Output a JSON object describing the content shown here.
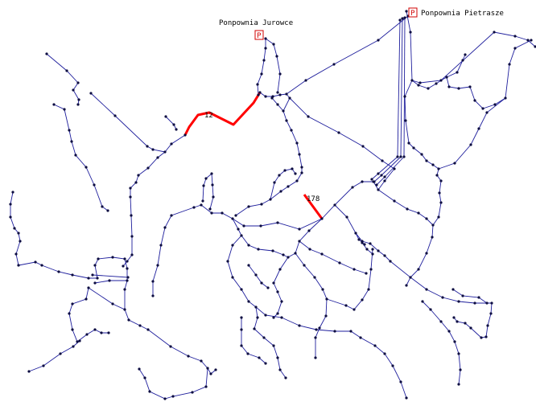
{
  "network": {
    "pump_station_1": {
      "name": "Ponpownia Jurowce",
      "symbol": "P"
    },
    "pump_station_2": {
      "name": "Ponpownia Pietrasze",
      "symbol": "P"
    },
    "highlighted_pipes": [
      {
        "id": "12"
      },
      {
        "id": "178"
      }
    ]
  },
  "colors": {
    "pipe": "#1e1e9c",
    "node": "#0c0c40",
    "highlight": "#ff0000",
    "pump_marker": "#d00000",
    "background": "#ffffff"
  }
}
